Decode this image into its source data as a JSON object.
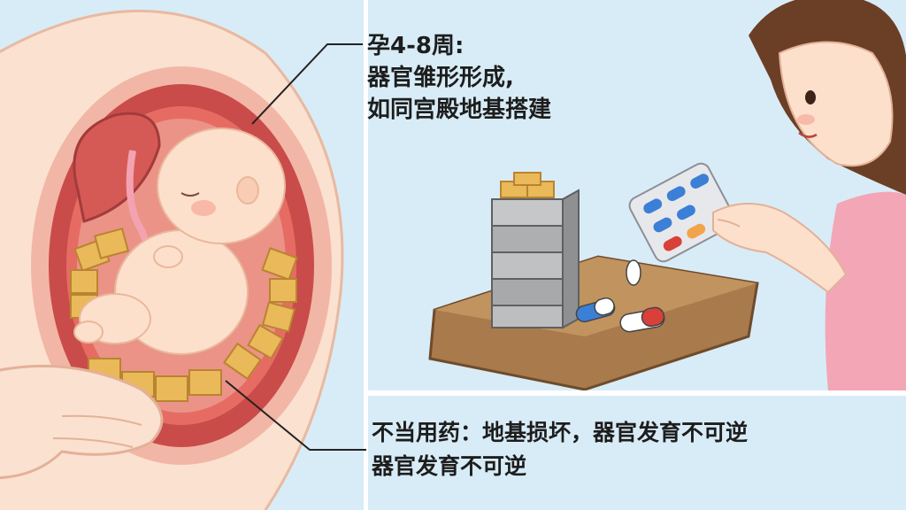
{
  "captions": {
    "top": [
      "孕4-8周:",
      "器官雏形形成,",
      "如同宫殿地基搭建"
    ],
    "bottom": [
      "不当用药：地基损坏，器官发育不可逆",
      "器官发育不可逆"
    ]
  },
  "colors": {
    "background_panel": "#d8ecf7",
    "skin": "#f9d9c4",
    "uterus": "#c74a4a",
    "gold_block": "#e9b95a",
    "stone_block": "#a9aaab",
    "soil": "#a87a4c",
    "pill_blue": "#3b7fd6",
    "pill_red": "#d9403a",
    "shirt": "#f2a6b6",
    "hair": "#6b3f25"
  }
}
